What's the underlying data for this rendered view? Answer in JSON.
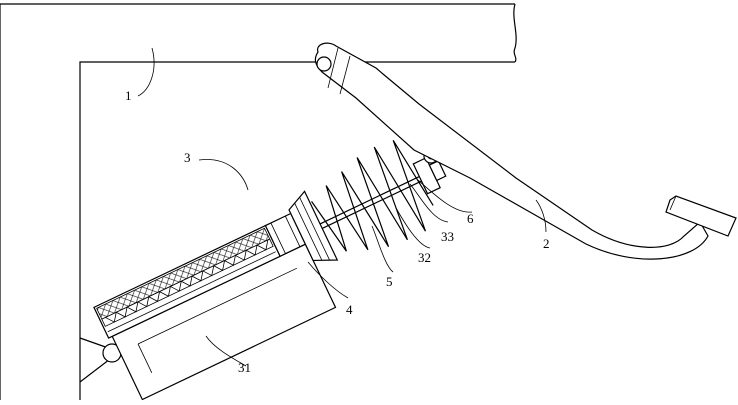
{
  "labels": {
    "frame": "1",
    "pedal_arm": "2",
    "damper_assembly": "3",
    "piston_head": "4",
    "spring": "5",
    "pin": "6",
    "damper_housing": "31",
    "piston_rod": "32",
    "rod_end": "33"
  }
}
